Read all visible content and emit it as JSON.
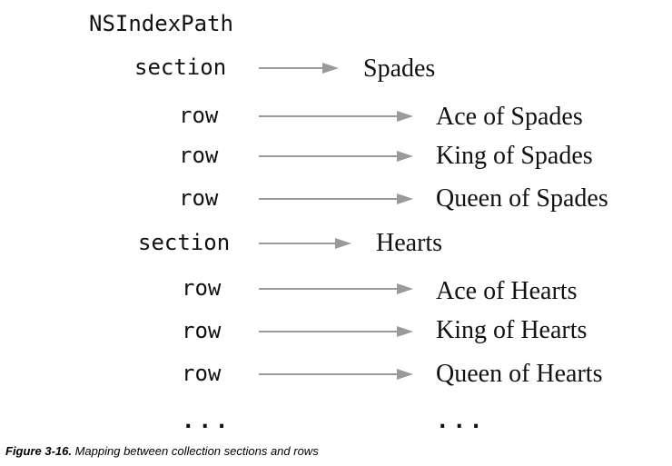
{
  "diagram": {
    "root_label": "NSIndexPath",
    "sections": [
      {
        "key_label": "section",
        "value_label": "Spades",
        "rows": [
          {
            "key_label": "row",
            "value_label": "Ace of Spades"
          },
          {
            "key_label": "row",
            "value_label": "King of Spades"
          },
          {
            "key_label": "row",
            "value_label": "Queen of Spades"
          }
        ]
      },
      {
        "key_label": "section",
        "value_label": "Hearts",
        "rows": [
          {
            "key_label": "row",
            "value_label": "Ace of Hearts"
          },
          {
            "key_label": "row",
            "value_label": "King of Hearts"
          },
          {
            "key_label": "row",
            "value_label": "Queen of Hearts"
          }
        ]
      }
    ],
    "continuation_key": "...",
    "continuation_value": "..."
  },
  "caption": {
    "label": "Figure 3-16.",
    "text": "Mapping between collection sections and rows"
  }
}
